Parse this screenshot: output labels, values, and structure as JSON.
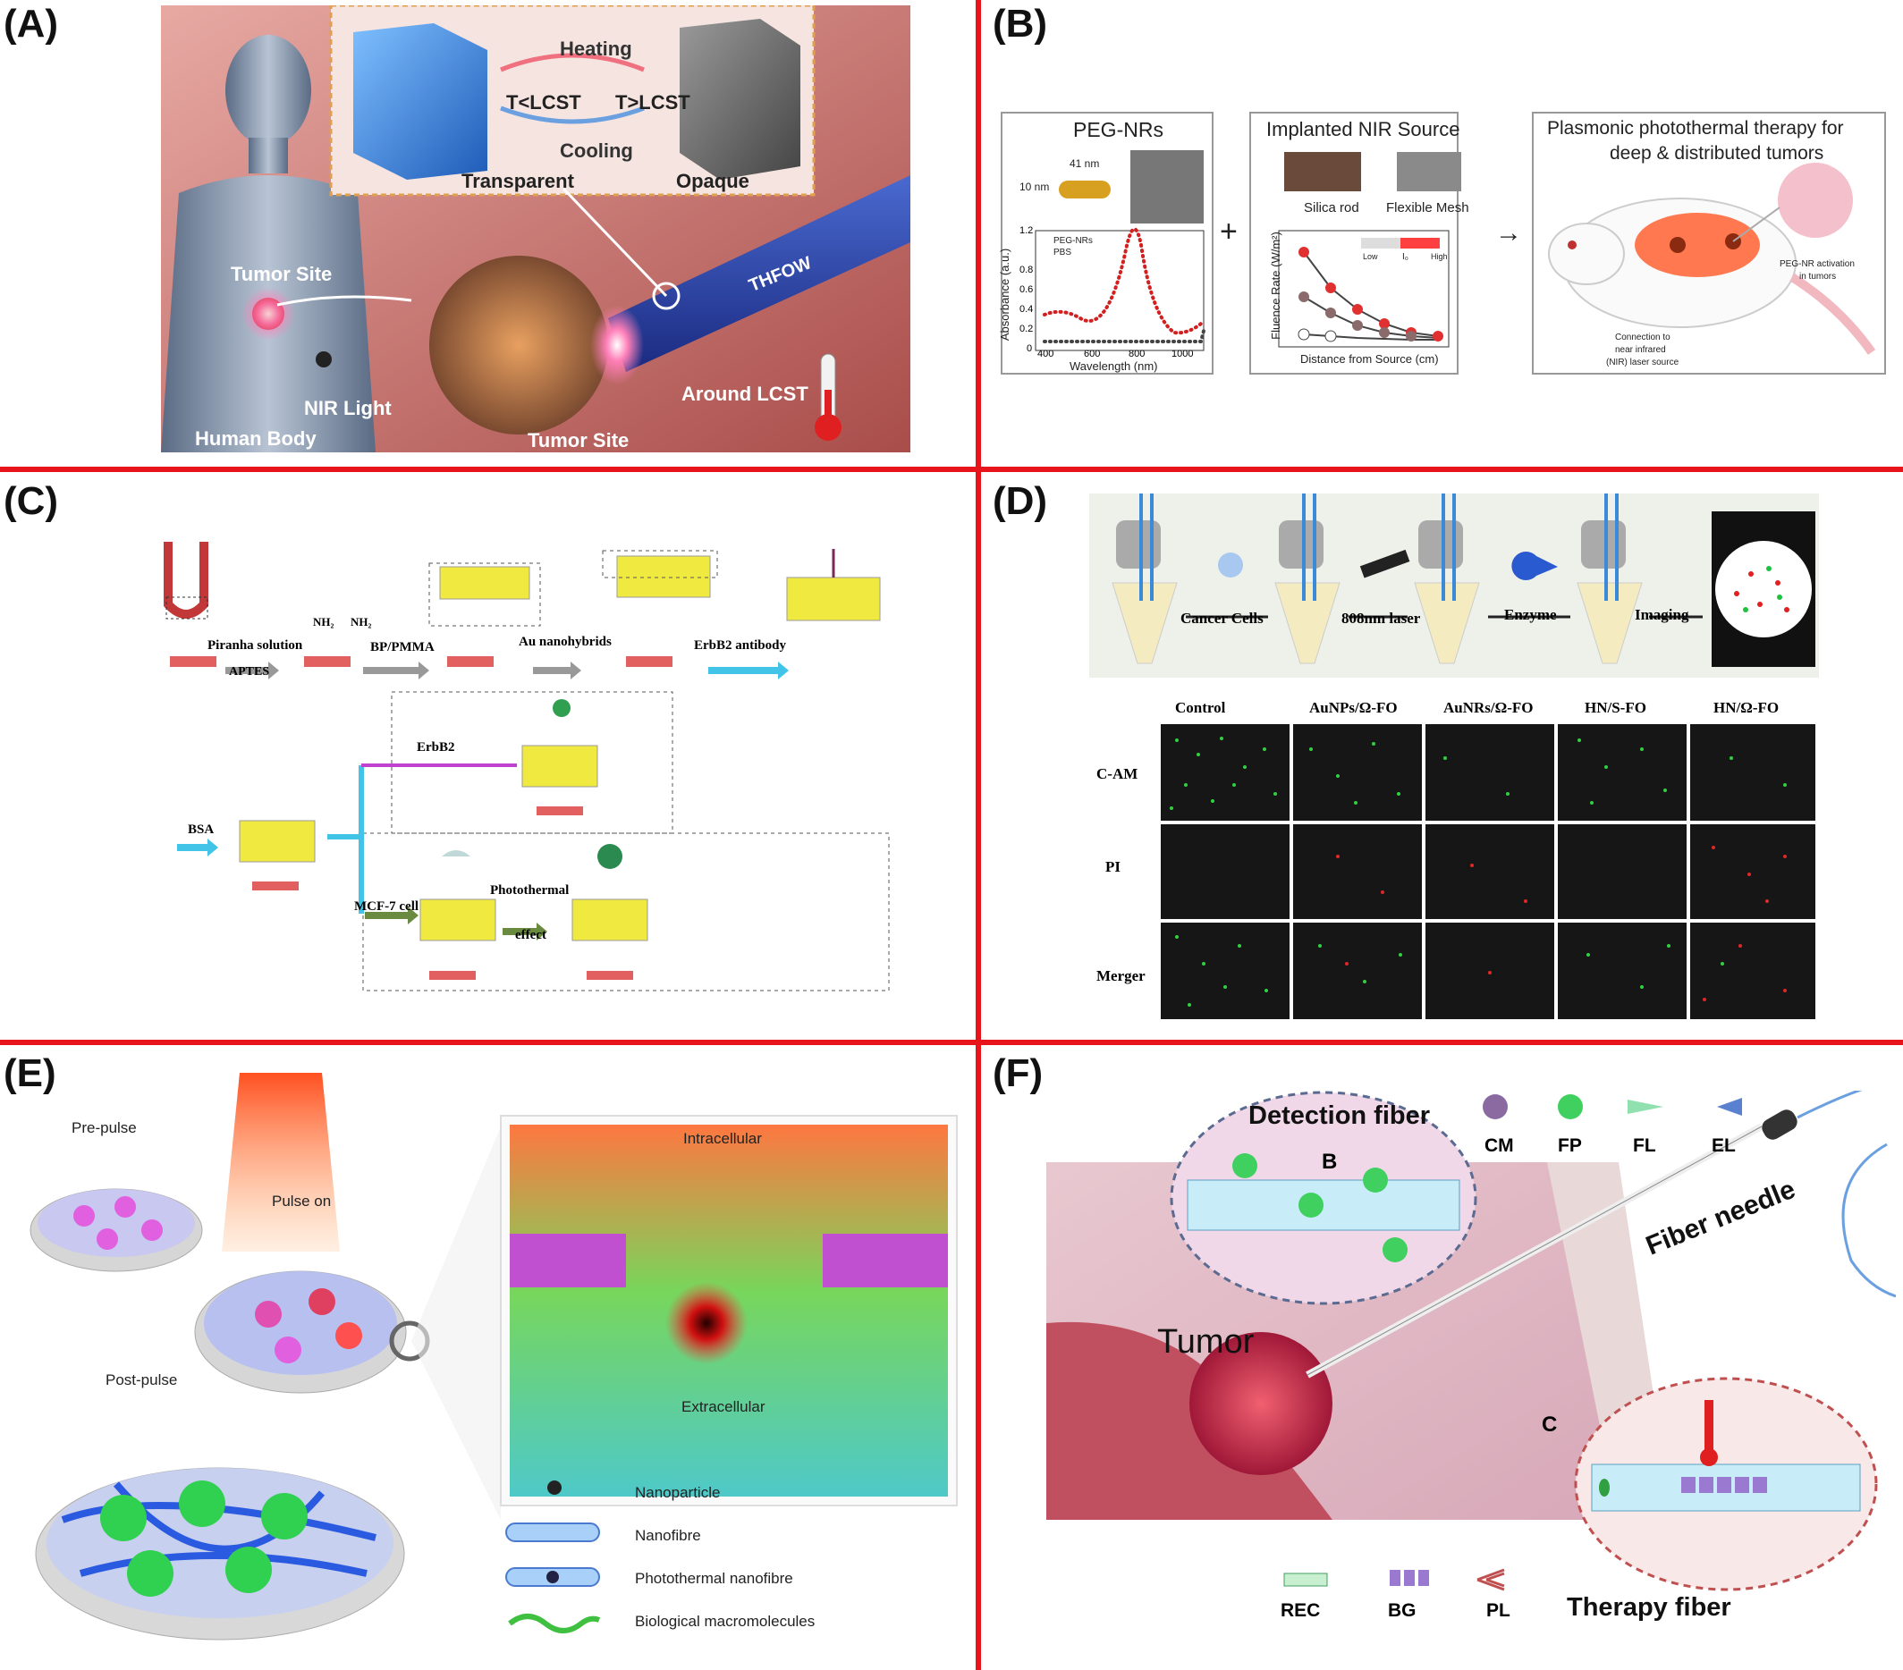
{
  "panels": {
    "a": {
      "label": "(A)",
      "inset_heating": "Heating",
      "inset_cooling": "Cooling",
      "inset_t_low": "T<LCST",
      "inset_t_high": "T>LCST",
      "inset_transparent": "Transparent",
      "inset_opaque": "Opaque",
      "tumor_site_upper": "Tumor Site",
      "nir_light": "NIR Light",
      "human_body": "Human Body",
      "tumor_site_lower": "Tumor Site",
      "thfow": "THFOW",
      "around_lcst": "Around LCST"
    },
    "b": {
      "label": "(B)",
      "box1_title": "PEG-NRs",
      "rod_length": "41 nm",
      "rod_width": "10 nm",
      "legend_peg": "PEG-NRs",
      "legend_pbs": "PBS",
      "ylabel": "Absorbance (a.u.)",
      "xlabel": "Wavelength (nm)",
      "yticks": [
        "1.2",
        "0.8",
        "0.6",
        "0.4",
        "0.2",
        "0"
      ],
      "xticks": [
        "400",
        "600",
        "800",
        "1000"
      ],
      "plus": "+",
      "box2_title": "Implanted NIR Source",
      "silica_rod": "Silica rod",
      "flexible_mesh": "Flexible Mesh",
      "fluence_ylabel": "Fluence Rate (W/m²)",
      "fluence_xlabel": "Distance from Source (cm)",
      "scale_low": "Low",
      "scale_i0": "I₀",
      "scale_high": "High",
      "arrow": "→",
      "box3_title_1": "Plasmonic photothermal therapy for",
      "box3_title_2": "deep & distributed tumors",
      "activation_1": "PEG-NR activation",
      "activation_2": "in tumors",
      "connection_1": "Connection to",
      "connection_2": "near infrared",
      "connection_3": "(NIR) laser source"
    },
    "c": {
      "label": "(C)",
      "piranha": "Piranha solution",
      "aptes": "APTES",
      "nh2_1": "NH₂",
      "nh2_2": "NH₂",
      "bp_pmma": "BP/PMMA",
      "au_nano": "Au nanohybrids",
      "erbb2_ab": "ErbB2 antibody",
      "erbb2": "ErbB2",
      "bsa": "BSA",
      "mcf7": "MCF-7 cell",
      "photothermal": "Photothermal",
      "effect": "effect"
    },
    "d": {
      "label": "(D)",
      "cancer_cells": "Cancer Cells",
      "laser": "808nm laser",
      "enzyme": "Enzyme",
      "imaging": "Imaging",
      "columns": [
        "Control",
        "AuNPs/Ω-FO",
        "AuNRs/Ω-FO",
        "HN/S-FO",
        "HN/Ω-FO"
      ],
      "rows": [
        "C-AM",
        "PI",
        "Merger"
      ]
    },
    "e": {
      "label": "(E)",
      "pre_pulse": "Pre-pulse",
      "pulse_on": "Pulse on",
      "post_pulse": "Post-pulse",
      "intracellular": "Intracellular",
      "extracellular": "Extracellular",
      "legend": [
        "Nanoparticle",
        "Nanofibre",
        "Photothermal nanofibre",
        "Biological macromolecules"
      ]
    },
    "f": {
      "label": "(F)",
      "detection_fiber": "Detection fiber",
      "top_legend": [
        "CM",
        "FP",
        "FL",
        "EL"
      ],
      "inset_b": "B",
      "inset_c": "C",
      "fiber_needle": "Fiber needle",
      "tumor": "Tumor",
      "bottom_legend": [
        "REC",
        "BG",
        "PL"
      ],
      "therapy_fiber": "Therapy fiber"
    }
  },
  "colors": {
    "divider": "#e8141b"
  }
}
